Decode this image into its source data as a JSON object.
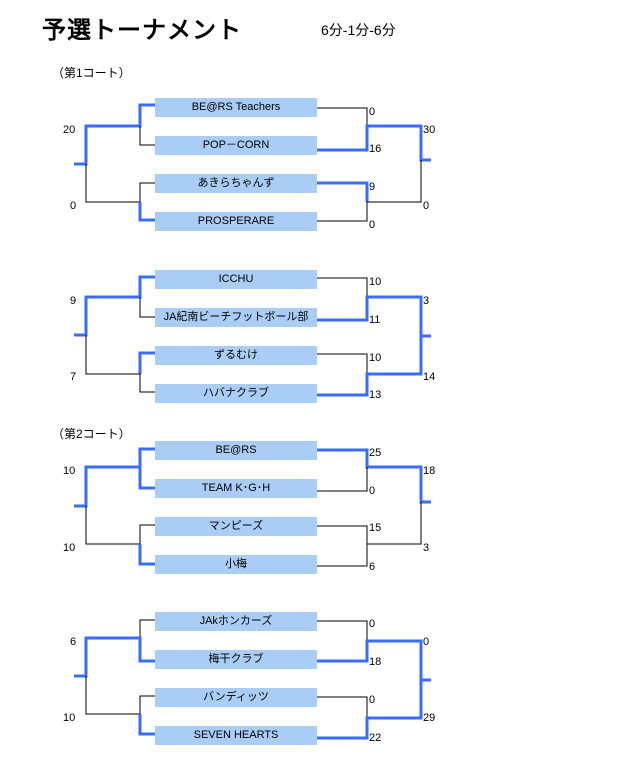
{
  "title": "予選トーナメント",
  "format": "6分-1分-6分",
  "courts": [
    {
      "label": "（第1コート）"
    },
    {
      "label": "（第2コート）"
    }
  ],
  "teams": [
    "BE@RS Teachers",
    "POP－CORN",
    "あきらちゃんず",
    "PROSPERARE",
    "ICCHU",
    "JA紀南ビーチフットボール部",
    "ずるむけ",
    "ハバナクラブ",
    "BE@RS",
    "TEAM K･G･H",
    "マンピーズ",
    "小梅",
    "JAkホンカーズ",
    "梅干クラブ",
    "バンディッツ",
    "SEVEN HEARTS"
  ],
  "right_scores": [
    "0",
    "16",
    "9",
    "0",
    "10",
    "11",
    "10",
    "13",
    "25",
    "0",
    "15",
    "6",
    "0",
    "18",
    "0",
    "22"
  ],
  "left_scores": [
    "20",
    "0",
    "9",
    "7",
    "10",
    "10",
    "6",
    "10"
  ],
  "final_scores": [
    "30",
    "0",
    "3",
    "14",
    "18",
    "3",
    "0",
    "29"
  ],
  "colors": {
    "team_fill": "#a9cdf5",
    "winner_line": "#3a6cf4"
  }
}
